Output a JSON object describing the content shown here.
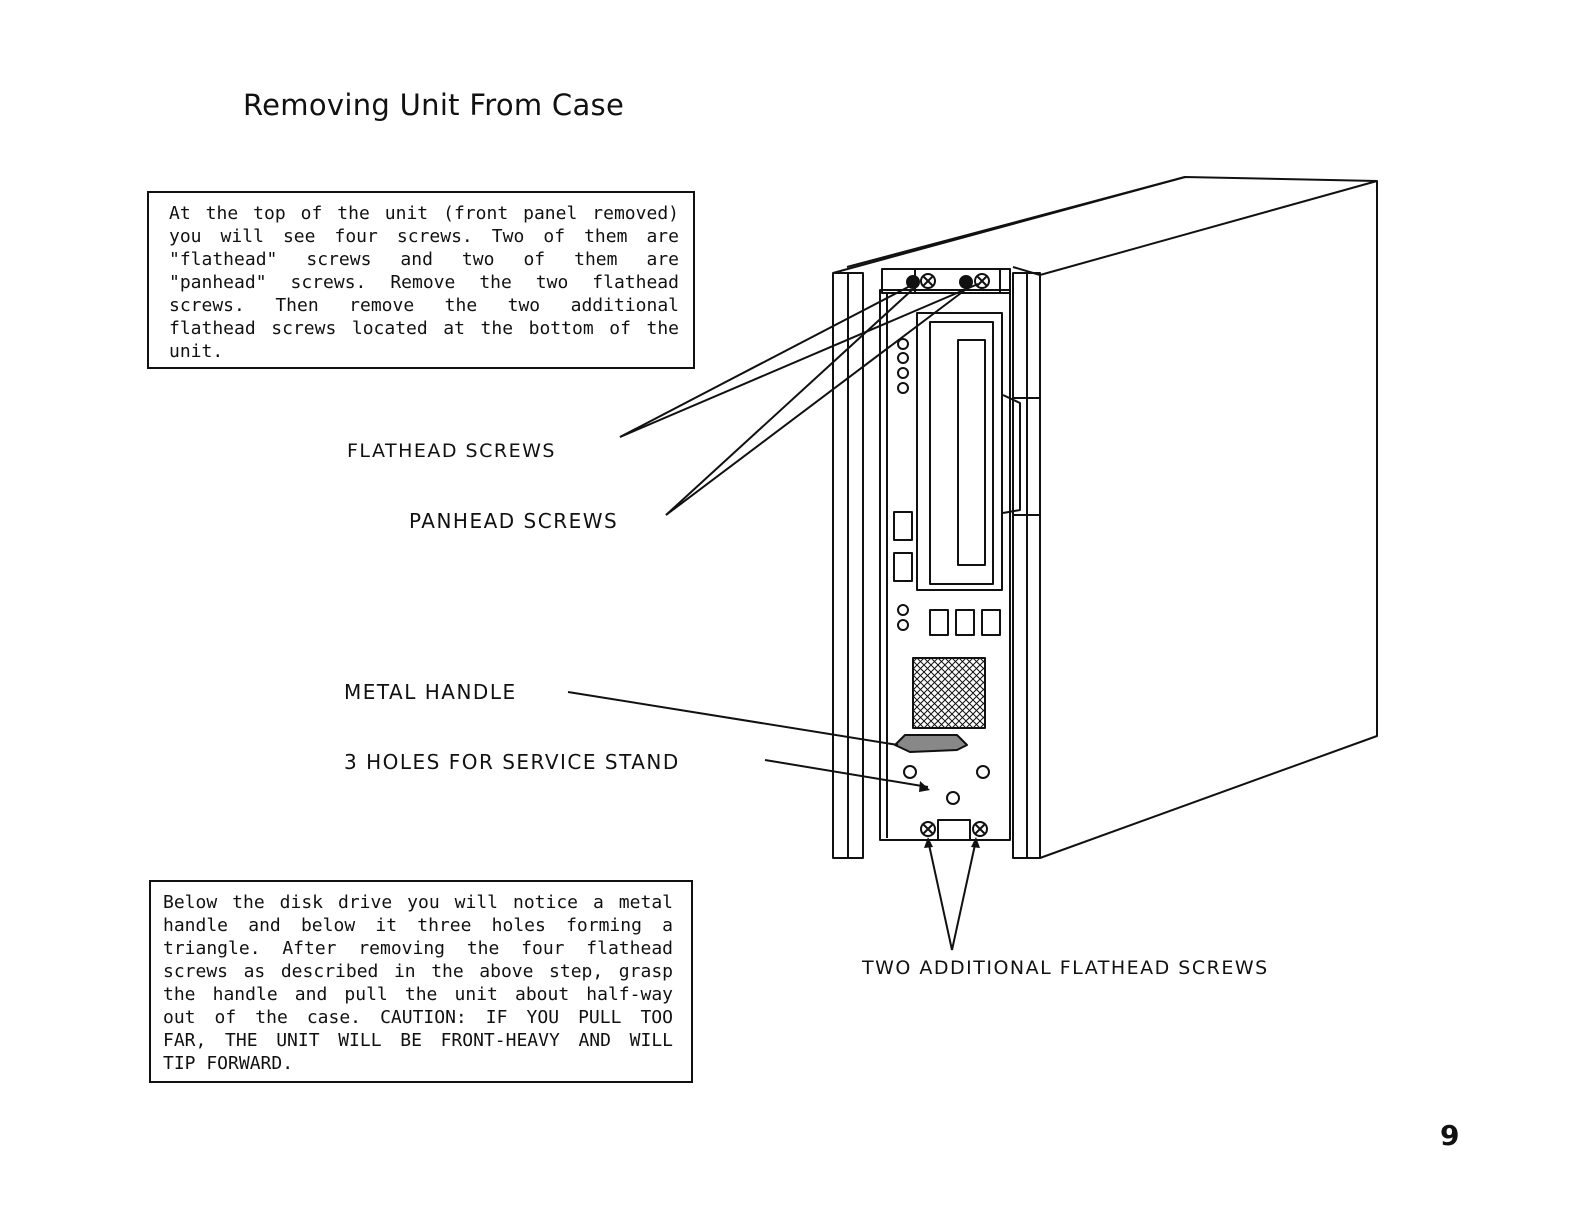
{
  "page": {
    "title": "Removing Unit From Case",
    "page_number": "9"
  },
  "instructions_top": {
    "lines": [
      "At the top of the unit (front panel removed)",
      "you will see four screws. Two of them are",
      "\"flathead\" screws and two of them are",
      "\"panhead\" screws. Remove the two flathead",
      "screws. Then remove the two additional",
      "flathead screws located at the bottom of the",
      "unit."
    ]
  },
  "instructions_bottom": {
    "lines": [
      "Below the disk drive you will notice a metal",
      "handle and below it three holes forming a",
      "triangle. After removing the four flathead",
      "screws as described in the above step, grasp",
      "the handle and pull the unit about half-way",
      "out of the case. CAUTION: IF YOU PULL TOO",
      "FAR, THE UNIT WILL BE FRONT-HEAVY AND WILL",
      "TIP FORWARD."
    ]
  },
  "callouts": {
    "flathead_screws": "FLATHEAD SCREWS",
    "panhead_screws": "PANHEAD SCREWS",
    "metal_handle": "METAL HANDLE",
    "service_stand_holes": "3 HOLES FOR SERVICE STAND",
    "additional_flathead_screws": "TWO ADDITIONAL FLATHEAD SCREWS"
  },
  "icons": {
    "flathead_screw": "screw-flathead-icon",
    "panhead_screw": "screw-panhead-icon",
    "handle": "metal-handle-icon",
    "vent_grille": "vent-grille-icon",
    "disk_slot": "disk-drive-slot-icon"
  }
}
